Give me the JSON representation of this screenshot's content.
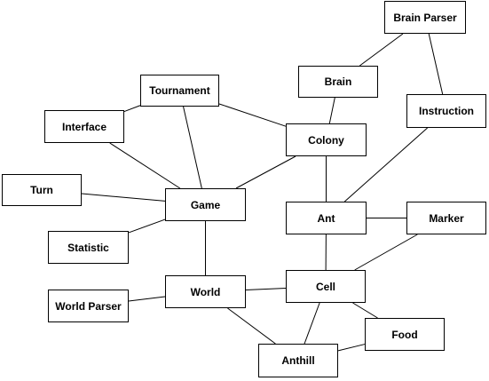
{
  "nodes": {
    "brain_parser": "Brain Parser",
    "brain": "Brain",
    "instruction": "Instruction",
    "tournament": "Tournament",
    "interface": "Interface",
    "colony": "Colony",
    "turn": "Turn",
    "game": "Game",
    "ant": "Ant",
    "marker": "Marker",
    "statistic": "Statistic",
    "world_parser": "World Parser",
    "world": "World",
    "cell": "Cell",
    "food": "Food",
    "anthill": "Anthill"
  },
  "edges": [
    [
      "brain",
      "brain_parser"
    ],
    [
      "brain_parser",
      "instruction"
    ],
    [
      "brain",
      "colony"
    ],
    [
      "tournament",
      "interface"
    ],
    [
      "tournament",
      "game"
    ],
    [
      "tournament",
      "colony"
    ],
    [
      "interface",
      "game"
    ],
    [
      "turn",
      "game"
    ],
    [
      "colony",
      "game"
    ],
    [
      "colony",
      "ant"
    ],
    [
      "instruction",
      "ant"
    ],
    [
      "game",
      "statistic"
    ],
    [
      "game",
      "world"
    ],
    [
      "ant",
      "marker"
    ],
    [
      "ant",
      "cell"
    ],
    [
      "world_parser",
      "world"
    ],
    [
      "world",
      "cell"
    ],
    [
      "world",
      "anthill"
    ],
    [
      "cell",
      "marker"
    ],
    [
      "cell",
      "food"
    ],
    [
      "cell",
      "anthill"
    ],
    [
      "anthill",
      "food"
    ]
  ],
  "colors": {
    "stroke": "#000000",
    "fill": "#ffffff",
    "text": "#000000"
  }
}
